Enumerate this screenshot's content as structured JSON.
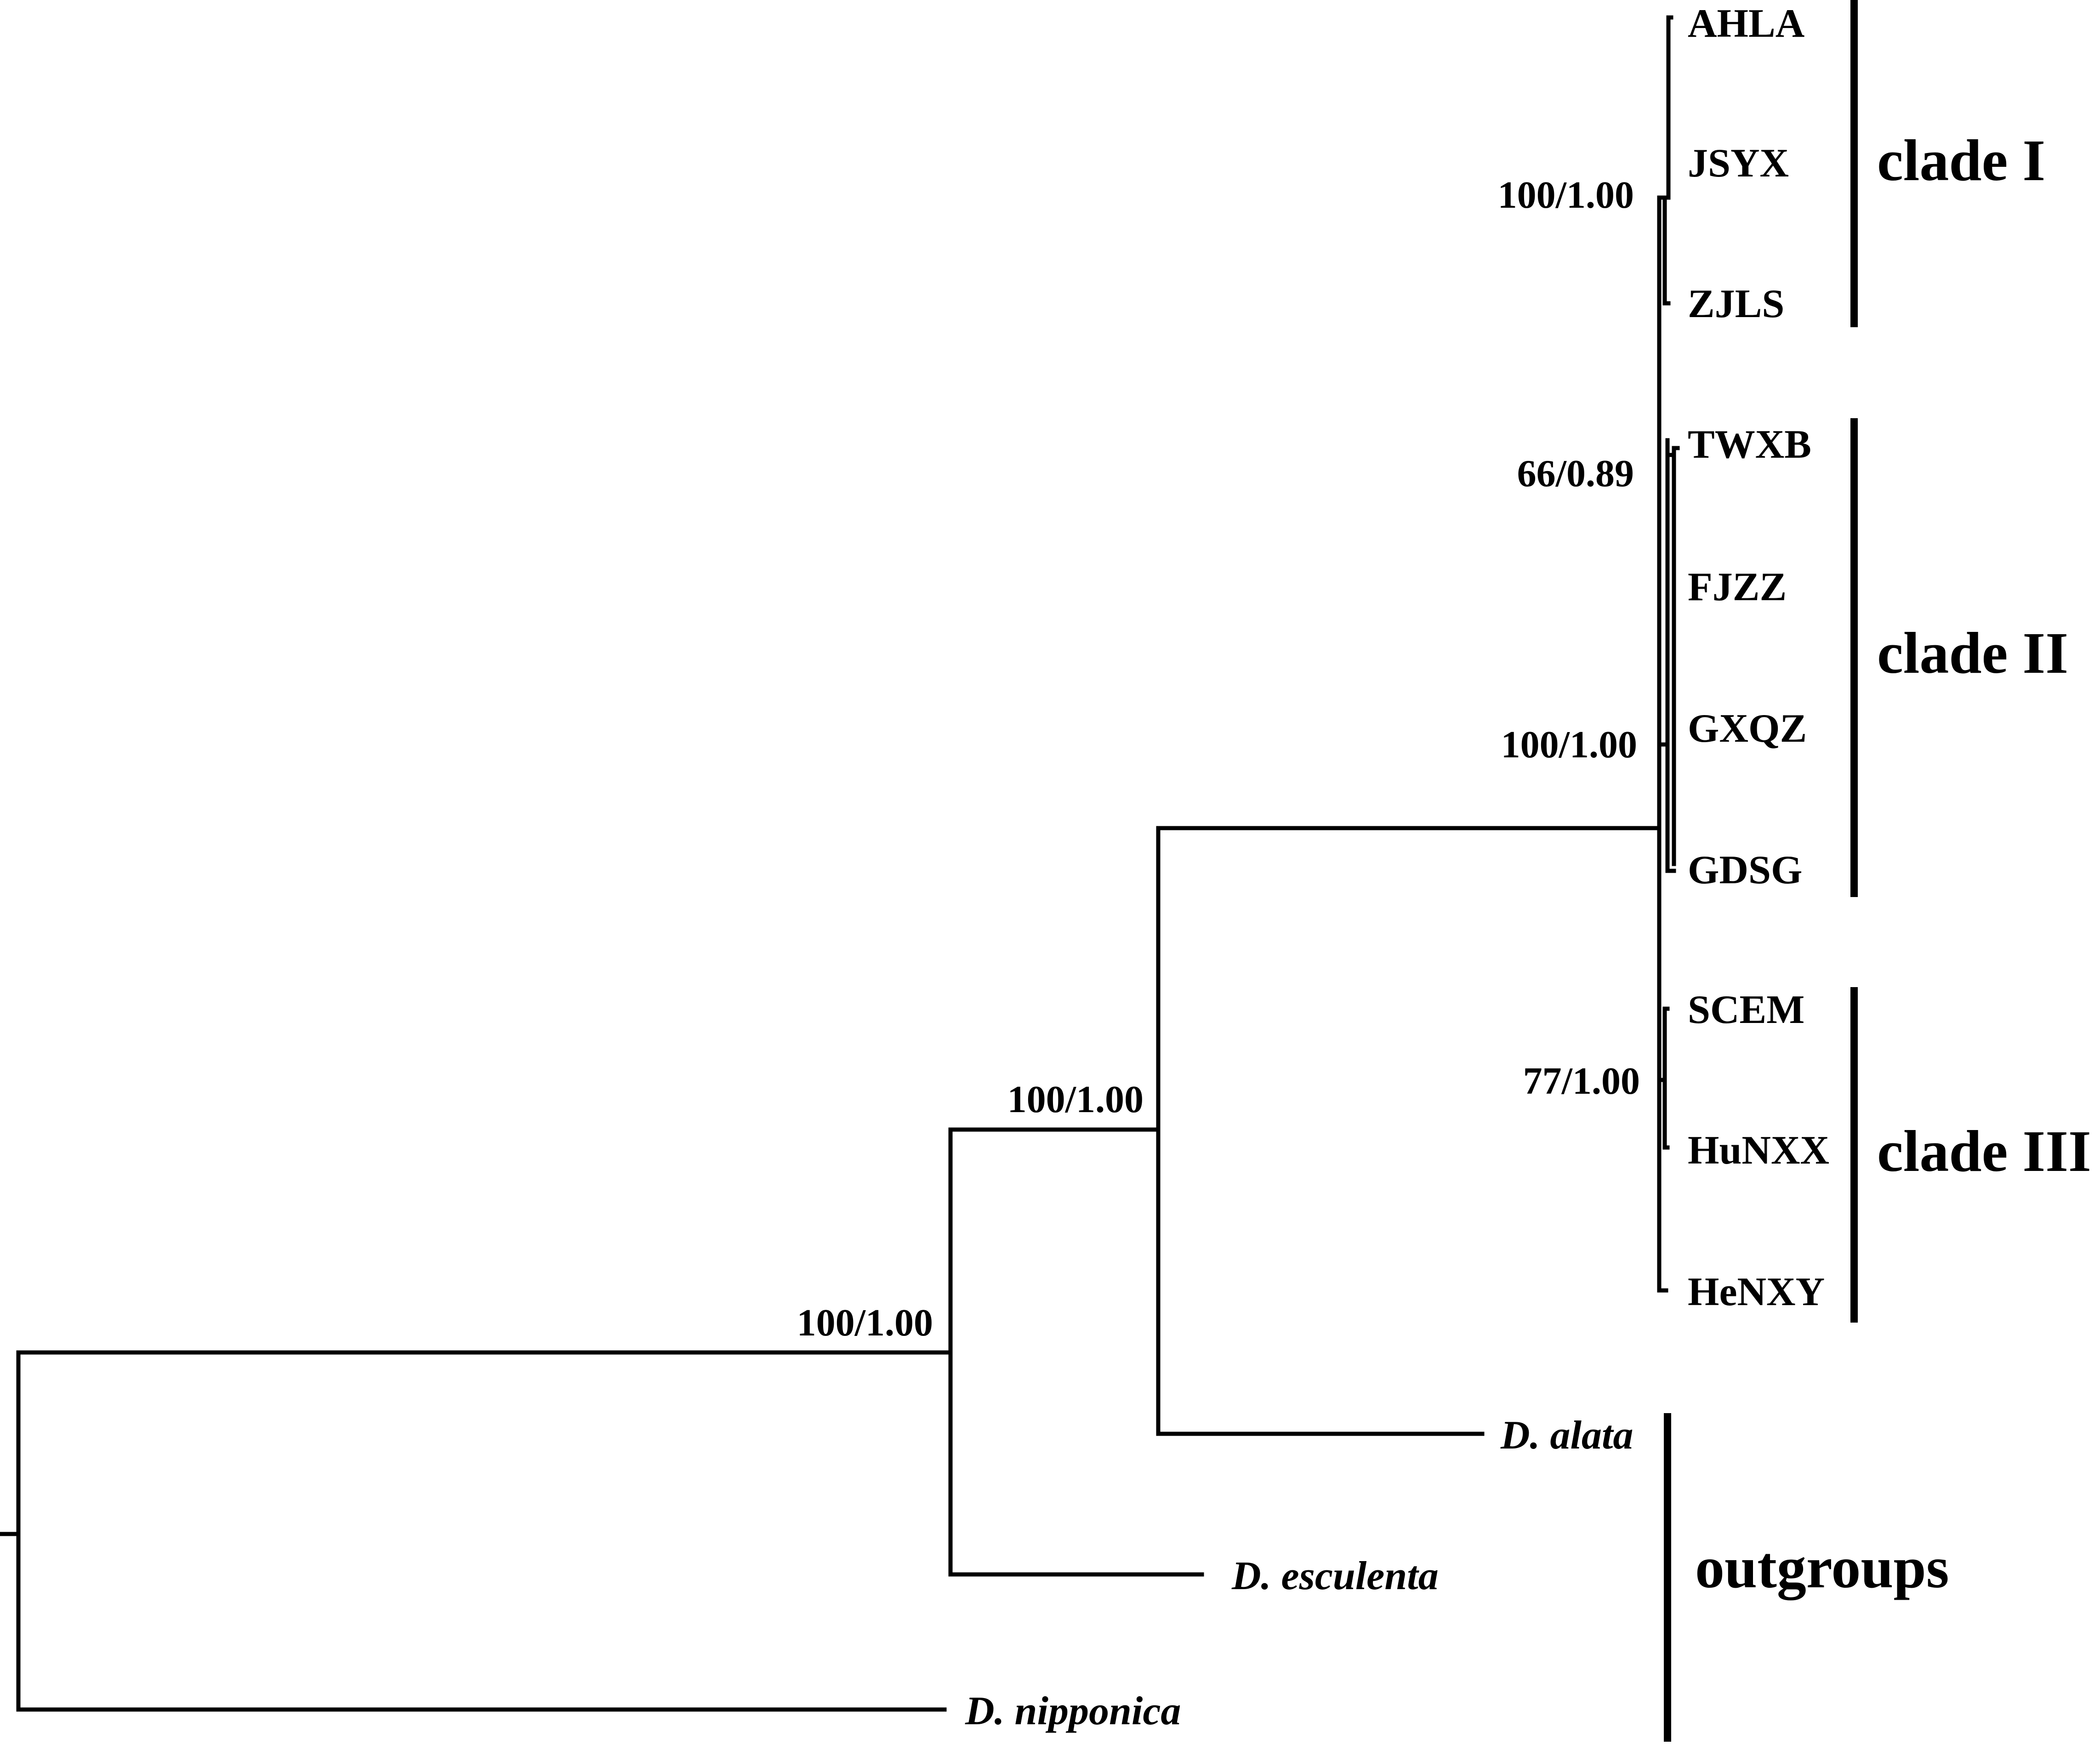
{
  "taxa": {
    "ahla": "AHLA",
    "jsyx": "JSYX",
    "zjls": "ZJLS",
    "twxb": "TWXB",
    "fjzz": "FJZZ",
    "gxqz": "GXQZ",
    "gdsg": "GDSG",
    "scem": "SCEM",
    "hunxx": "HuNXX",
    "henxy": "HeNXY",
    "alata": "D. alata",
    "esculenta": "D. esculenta",
    "nipponica": "D. nipponica"
  },
  "support": {
    "clade1": "100/1.00",
    "clade2_inner": "66/0.89",
    "clade2": "100/1.00",
    "clade3": "77/1.00",
    "ingroup_alata": "100/1.00",
    "with_esculenta": "100/1.00"
  },
  "clades": {
    "clade1": "clade I",
    "clade2": "clade II",
    "clade3": "clade III",
    "outgroups": "outgroups"
  }
}
